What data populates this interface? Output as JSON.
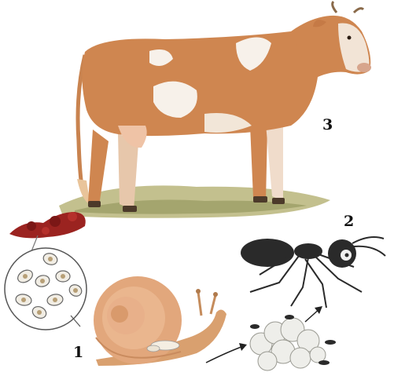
{
  "labels": {
    "stage_cow": "3",
    "stage_ant": "2",
    "stage_snail": "1"
  },
  "colors": {
    "cow_body": "#cf8650",
    "cow_patch": "#f7f1ea",
    "ground": "#a7a66a",
    "dung": "#9b2320",
    "snail_shell": "#e2a77c",
    "snail_body": "#d9a06f",
    "ant": "#2a2a2a",
    "cyst_cluster": "#eeeeea"
  },
  "icons": [
    "cow-illustration",
    "dung-pile-icon",
    "eggs-magnifier-circle",
    "snail-illustration",
    "ant-illustration",
    "slime-ball-cluster"
  ]
}
